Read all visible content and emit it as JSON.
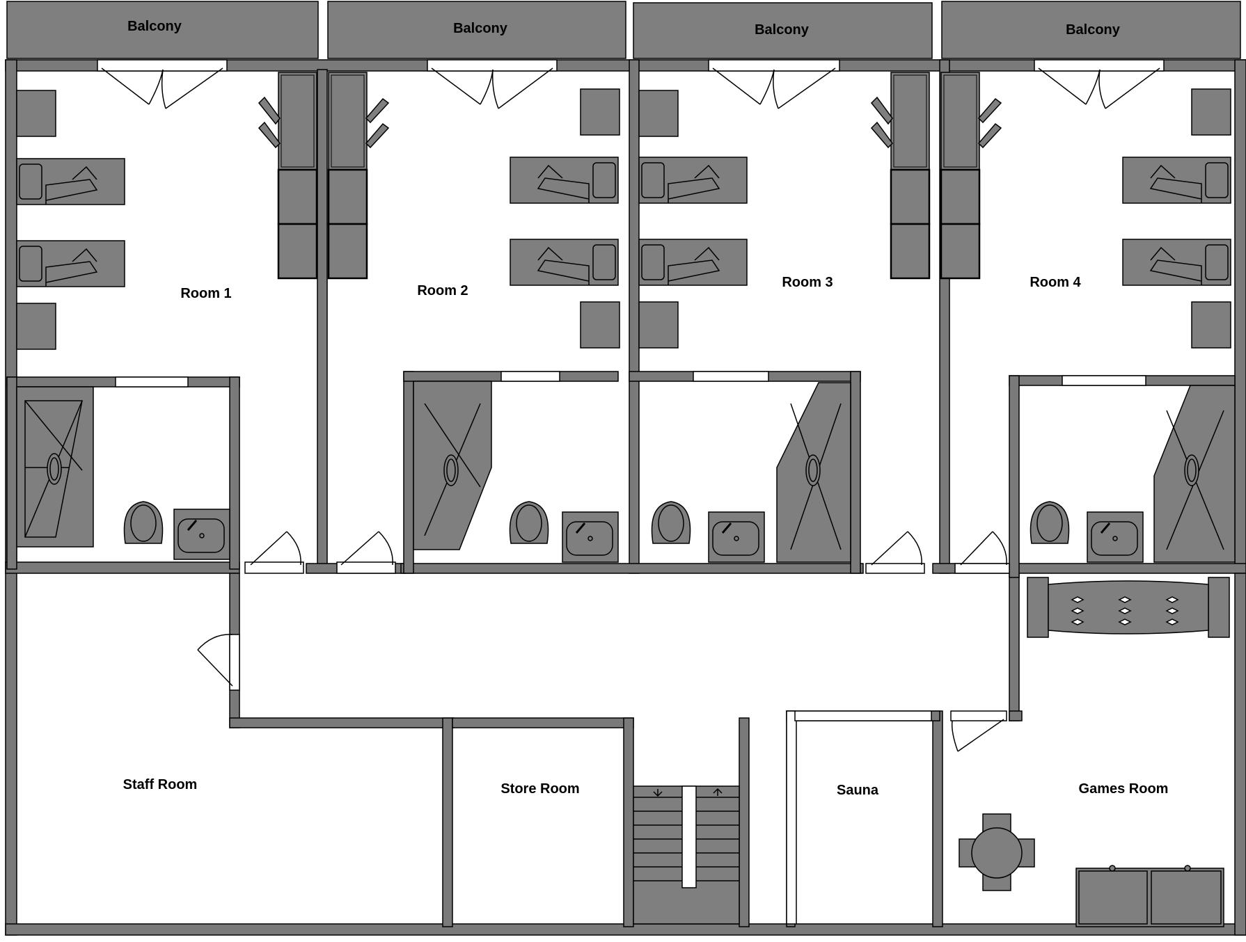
{
  "colors": {
    "wall": "#7a7a7a",
    "fixture": "#7f7f7f",
    "edge": "#000000",
    "floor": "#ffffff"
  },
  "balconies": [
    "Balcony",
    "Balcony",
    "Balcony",
    "Balcony"
  ],
  "rooms": {
    "room1": "Room 1",
    "room2": "Room 2",
    "room3": "Room 3",
    "room4": "Room 4",
    "staff": "Staff Room",
    "store": "Store Room",
    "sauna": "Sauna",
    "games": "Games Room"
  },
  "icons": [
    "bed-icon",
    "nightstand-icon",
    "wardrobe-icon",
    "shower-icon",
    "toilet-icon",
    "sink-icon",
    "door-icon",
    "stairs-icon",
    "table-icon",
    "counter-icon"
  ]
}
